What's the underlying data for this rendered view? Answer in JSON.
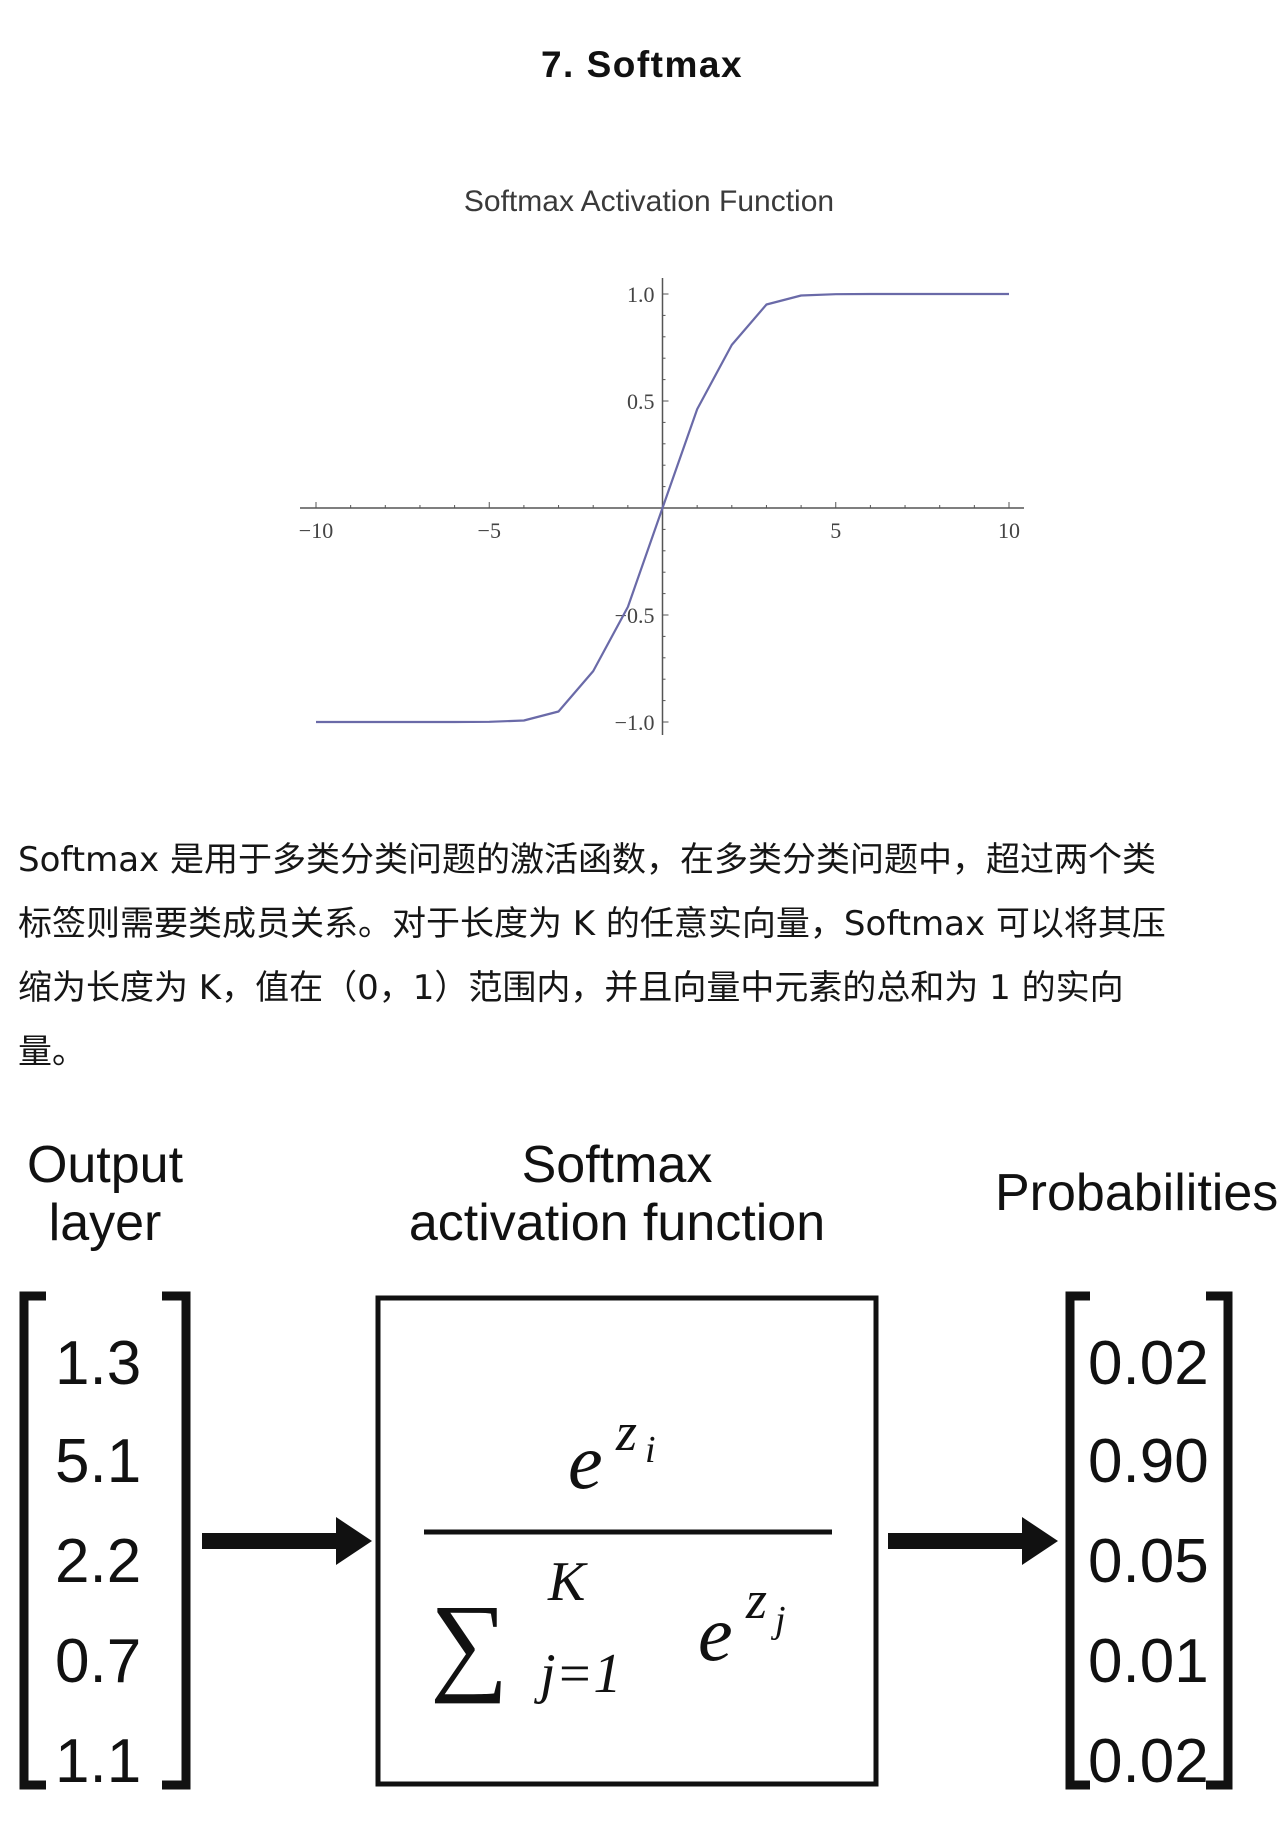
{
  "heading": "7. Softmax",
  "chart_data": {
    "type": "line",
    "title": "Softmax Activation Function",
    "xlabel": "",
    "ylabel": "",
    "xlim": [
      -10,
      10
    ],
    "ylim": [
      -1.0,
      1.0
    ],
    "x_ticks": [
      "−10",
      "−5",
      "5",
      "10"
    ],
    "y_ticks": [
      "1.0",
      "0.5",
      "−0.5",
      "−1.0"
    ],
    "grid": false,
    "series": [
      {
        "color": "#6a6aa8",
        "x": [
          -10,
          -9,
          -8,
          -7,
          -6,
          -5,
          -4,
          -3,
          -2,
          -1,
          0,
          1,
          2,
          3,
          4,
          5,
          6,
          7,
          8,
          9,
          10
        ],
        "y": [
          -1.0,
          -1.0,
          -1.0,
          -1.0,
          -1.0,
          -0.999,
          -0.993,
          -0.951,
          -0.762,
          -0.462,
          0.0,
          0.462,
          0.762,
          0.951,
          0.993,
          0.999,
          1.0,
          1.0,
          1.0,
          1.0,
          1.0
        ]
      }
    ]
  },
  "paragraph_lines": [
    "Softmax 是用于多类分类问题的激活函数，在多类分类问题中，超过两个类",
    "标签则需要类成员关系。对于长度为 K 的任意实向量，Softmax 可以将其压",
    "缩为长度为 K，值在（0，1）范围内，并且向量中元素的总和为 1 的实向",
    "量。"
  ],
  "diagram": {
    "output_title": [
      "Output",
      "layer"
    ],
    "function_title": [
      "Softmax",
      "activation function"
    ],
    "prob_title": "Probabilities",
    "output_values": [
      "1.3",
      "5.1",
      "2.2",
      "0.7",
      "1.1"
    ],
    "prob_values": [
      "0.02",
      "0.90",
      "0.05",
      "0.01",
      "0.02"
    ],
    "formula": {
      "numerator_base": "e",
      "numerator_exp": "z",
      "numerator_exp_sub": "i",
      "sum_symbol": "∑",
      "sum_upper": "K",
      "sum_lower": "j=1",
      "denominator_base": "e",
      "denominator_exp": "z",
      "denominator_exp_sub": "j"
    }
  }
}
